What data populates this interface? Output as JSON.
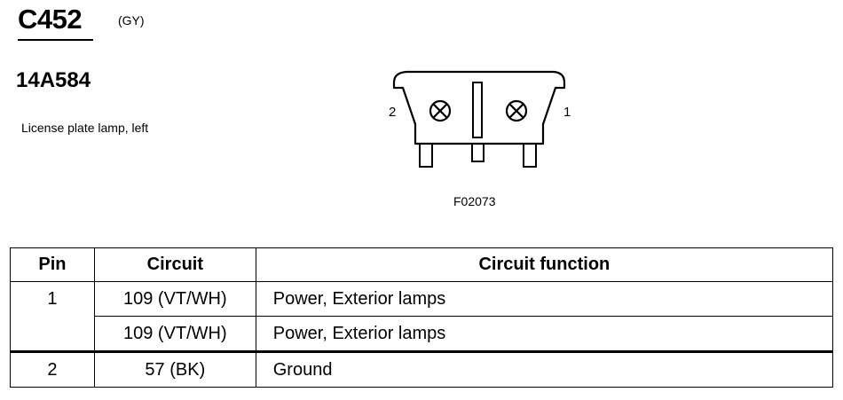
{
  "connector": {
    "id": "C452",
    "color": "(GY)",
    "part_number": "14A584",
    "description": "License plate lamp, left"
  },
  "figure": {
    "pin_left_label": "2",
    "pin_right_label": "1",
    "figure_id": "F02073"
  },
  "table": {
    "headers": [
      "Pin",
      "Circuit",
      "Circuit function"
    ],
    "rows": [
      {
        "pin": "1",
        "circuit": "109 (VT/WH)",
        "function": "Power, Exterior lamps"
      },
      {
        "pin": "",
        "circuit": "109 (VT/WH)",
        "function": "Power, Exterior lamps"
      },
      {
        "pin": "2",
        "circuit": "57 (BK)",
        "function": "Ground"
      }
    ]
  }
}
